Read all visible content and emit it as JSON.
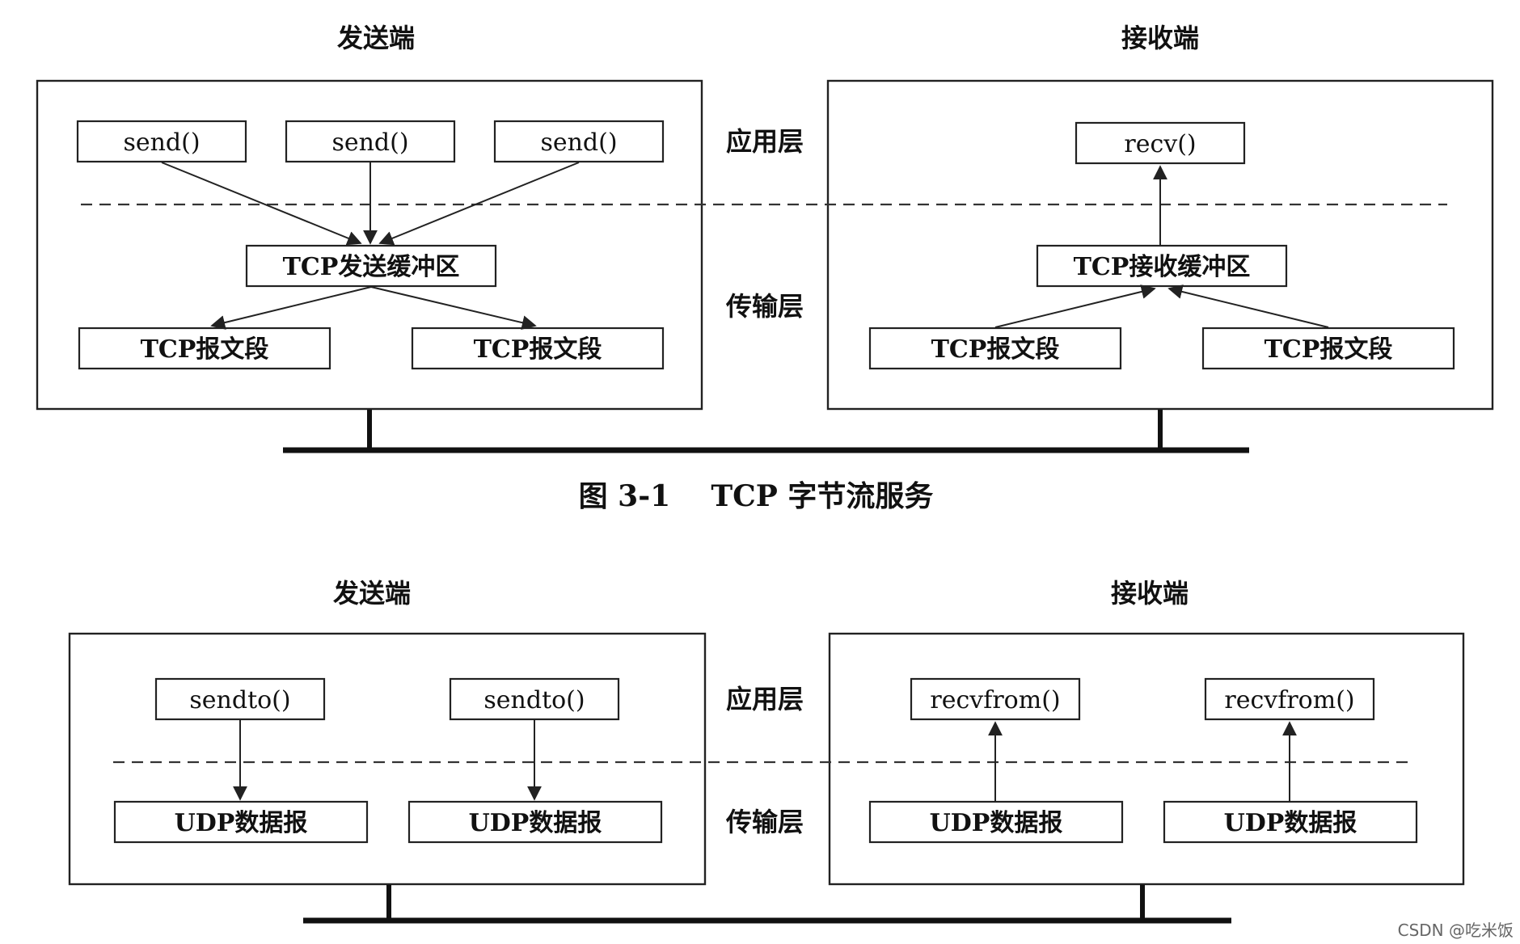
{
  "tcp": {
    "sender_title": "发送端",
    "receiver_title": "接收端",
    "app_layer": "应用层",
    "transport_layer": "传输层",
    "send_calls": [
      "send()",
      "send()",
      "send()"
    ],
    "send_buffer": "TCP发送缓冲区",
    "segments_out": [
      "TCP报文段",
      "TCP报文段"
    ],
    "recv_call": "recv()",
    "recv_buffer": "TCP接收缓冲区",
    "segments_in": [
      "TCP报文段",
      "TCP报文段"
    ],
    "caption": "图 3-1    TCP 字节流服务"
  },
  "udp": {
    "sender_title": "发送端",
    "receiver_title": "接收端",
    "app_layer": "应用层",
    "transport_layer": "传输层",
    "sendto_calls": [
      "sendto()",
      "sendto()"
    ],
    "datagrams_out": [
      "UDP数据报",
      "UDP数据报"
    ],
    "recvfrom_calls": [
      "recvfrom()",
      "recvfrom()"
    ],
    "datagrams_in": [
      "UDP数据报",
      "UDP数据报"
    ]
  },
  "watermark": "CSDN @吃米饭"
}
